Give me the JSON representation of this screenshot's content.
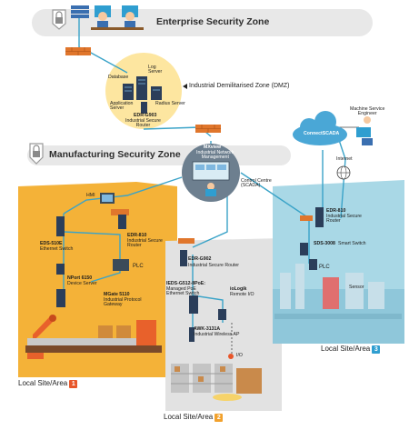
{
  "zones": {
    "enterprise": "Enterprise Security Zone",
    "dmz": "Industrial Demilitarised Zone (DMZ)",
    "manufacturing": "Manufacturing Security Zone"
  },
  "dmz_nodes": {
    "database": "Database",
    "log_server": "Log\nServer",
    "app_server": "Application\nServer",
    "radius_server": "Radius Server",
    "router_name": "EDR-G903",
    "router_desc": "Industrial Secure\nRouter"
  },
  "center": {
    "name": "MXview",
    "desc": "Industrial Network\nManagement",
    "control": "Control Centre\n(SCADA)"
  },
  "cloud": {
    "label": "ConnectSCADA",
    "engineer": "Machine Service\nEngineer",
    "internet": "Internet"
  },
  "site1": {
    "hmi": "HMI",
    "eds_name": "EDS-510E",
    "eds_desc": "Ethernet Switch",
    "edr_name": "EDR-810",
    "edr_desc": "Industrial Secure\nRouter",
    "nport_name": "NPort 6150",
    "nport_desc": "Device Server",
    "plc": "PLC",
    "mgate_name": "MGate 5110",
    "mgate_desc": "Industrial Protocol\nGateway",
    "label": "Local Site/Area",
    "num": "1"
  },
  "site2": {
    "edr_name": "EDR-G902",
    "edr_desc": "Industrial Secure Router",
    "eds_name": "IEDS-G512-8PoE:",
    "eds_desc": "Managed PoE\nEthernet Switch",
    "iologik_name": "ioLogik",
    "iologik_desc": "Remote I/O",
    "awk_name": "AWK-3131A",
    "awk_desc": "Industrial Wireless AP",
    "io": "I/O",
    "label": "Local Site/Area",
    "num": "2"
  },
  "site3": {
    "edr_name": "EDR-810",
    "edr_desc": "Industrial Secure\nRouter",
    "sds_name": "SDS-3008",
    "sds_desc": "Smart Switch",
    "plc": "PLC",
    "sensor": "Sensor",
    "label": "Local Site/Area",
    "num": "3"
  },
  "colors": {
    "orange": "#f4b238",
    "blue_area": "#a9d8e6",
    "grey_area": "#e3e3e3",
    "line_blue": "#3aa3c8",
    "firewall": "#e0762c",
    "num1": "#e8562a",
    "num2": "#f2a12c",
    "num3": "#2f9ed0"
  },
  "icons": [
    "lock-icon",
    "shield-icon",
    "firewall-icon",
    "server-icon",
    "router-icon",
    "switch-icon",
    "cloud-icon",
    "monitor-icon",
    "globe-icon"
  ]
}
